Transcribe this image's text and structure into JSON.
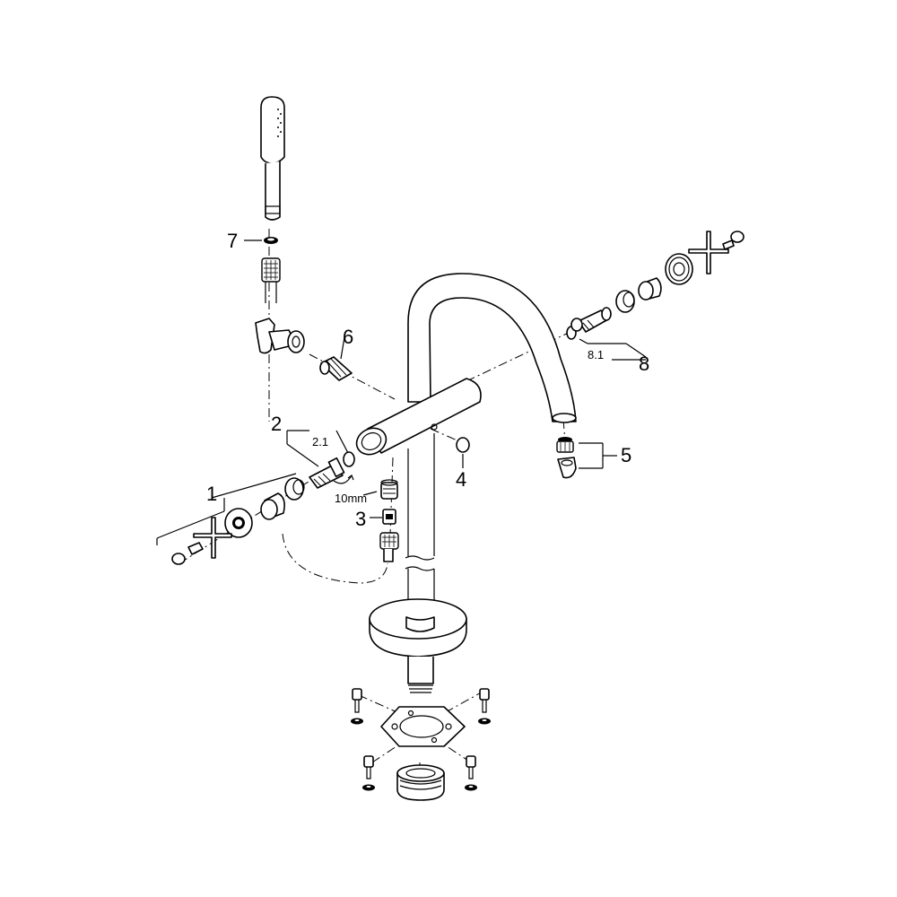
{
  "diagram": {
    "colors": {
      "line": "#000000",
      "fill": "#ffffff"
    },
    "callouts": {
      "c1": "1",
      "c2": "2",
      "c2_1": "2.1",
      "c3": "3",
      "c4": "4",
      "c5": "5",
      "c6": "6",
      "c7": "7",
      "c8": "8",
      "c8_1": "8.1",
      "wrench": "10mm"
    }
  }
}
